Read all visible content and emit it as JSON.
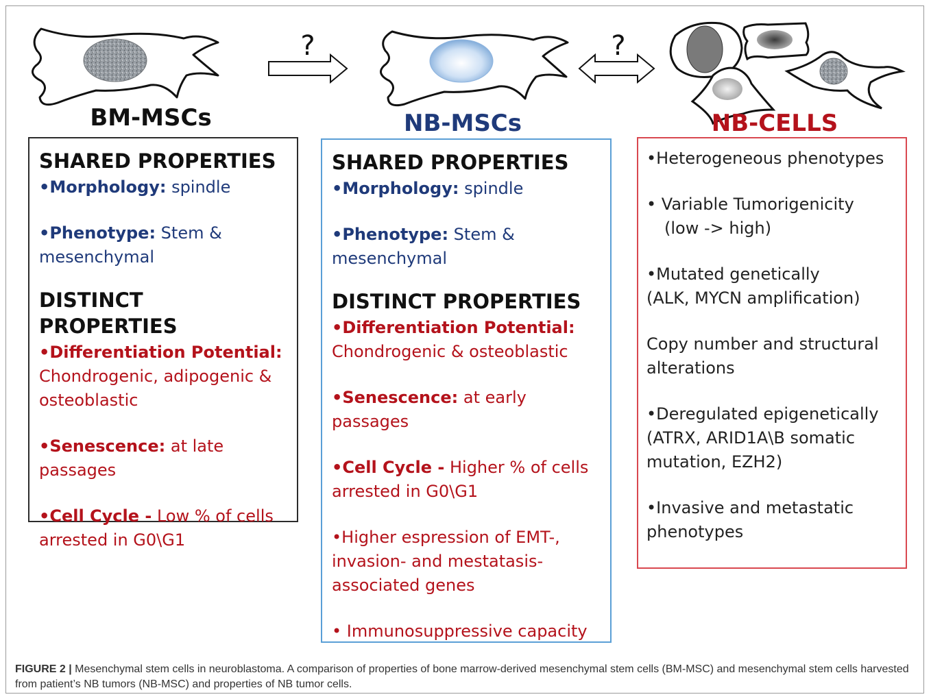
{
  "labels": {
    "bm": "BM-MSCs",
    "nb_msc": "NB-MSCs",
    "nb_cells": "NB-CELLS"
  },
  "arrows": {
    "q1": "?",
    "q2": "?"
  },
  "bm_box": {
    "shared_heading": "SHARED PROPERTIES",
    "morph_label": "•Morphology:",
    "morph_value": " spindle",
    "pheno_label": "•Phenotype:",
    "pheno_value": " Stem & mesenchymal",
    "distinct_heading": "DISTINCT PROPERTIES",
    "diff_label": "•Differentiation Potential:",
    "diff_value": "Chondrogenic, adipogenic & osteoblastic",
    "sen_label": "•Senescence:",
    "sen_value": " at late passages",
    "cc_label": "•Cell Cycle -",
    "cc_value": " Low % of cells arrested in G0\\G1"
  },
  "nbm_box": {
    "shared_heading": "SHARED PROPERTIES",
    "morph_label": "•Morphology:",
    "morph_value": " spindle",
    "pheno_label": "•Phenotype:",
    "pheno_value": " Stem & mesenchymal",
    "distinct_heading": "DISTINCT PROPERTIES",
    "diff_label": "•Differentiation Potential:",
    "diff_value": "Chondrogenic & osteoblastic",
    "sen_label": "•Senescence:",
    "sen_value": " at early passages",
    "cc_label": "•Cell Cycle -",
    "cc_value": " Higher % of cells arrested in G0\\G1",
    "emt": "•Higher espression of EMT-, invasion- and mestatasis-associated genes",
    "immuno": "• Immunosuppressive capacity"
  },
  "nbc_box": {
    "item1": "•Heterogeneous phenotypes",
    "item2": "• Variable Tumorigenicity",
    "item2b": "(low -> high)",
    "item3": "•Mutated genetically",
    "item3b": "(ALK, MYCN amplification)",
    "item4": "Copy number and structural alterations",
    "item5": "•Deregulated  epigenetically (ATRX, ARID1A\\B somatic mutation, EZH2)",
    "item6": "•Invasive and metastatic phenotypes"
  },
  "caption": {
    "fig_label": "FIGURE 2 |",
    "text": " Mesenchymal stem cells in neuroblastoma. A comparison of properties of bone marrow-derived mesenchymal stem cells (BM-MSC) and mesenchymal stem cells harvested from patient’s NB tumors (NB-MSC) and properties of NB tumor cells."
  },
  "colors": {
    "blue_text": "#1f3a7a",
    "red_text": "#b4121b",
    "nb_msc_border": "#5a9fd6",
    "nb_cells_border": "#d9474f"
  },
  "icons": [
    "bm-msc-cell-icon",
    "nb-msc-cell-icon",
    "nb-tumor-cells-icon",
    "right-arrow-icon",
    "double-arrow-icon"
  ]
}
